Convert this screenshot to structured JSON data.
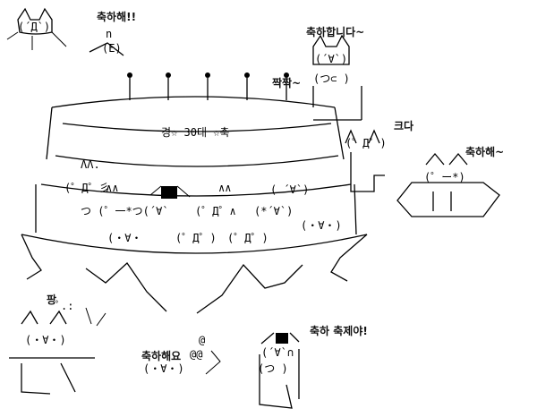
{
  "labels": {
    "top_left": "축하해!!",
    "top_right": "축하합니다~",
    "clap": "짝짝~",
    "k_da": "크다",
    "right_cat": "축하해~",
    "cake_plate": "경☆ 30대 ☆축",
    "pang": "팡",
    "bottom_center": "축하해요",
    "bottom_right": "축하 축제야!"
  },
  "art": {
    "left_cat_face": "(´Д`)",
    "right_cat_face": "(´∀`)",
    "top_right_kitten": "(つ⊂ )",
    "right_small_face": "(゜Д゜)",
    "dots": "(・∀・)"
  }
}
